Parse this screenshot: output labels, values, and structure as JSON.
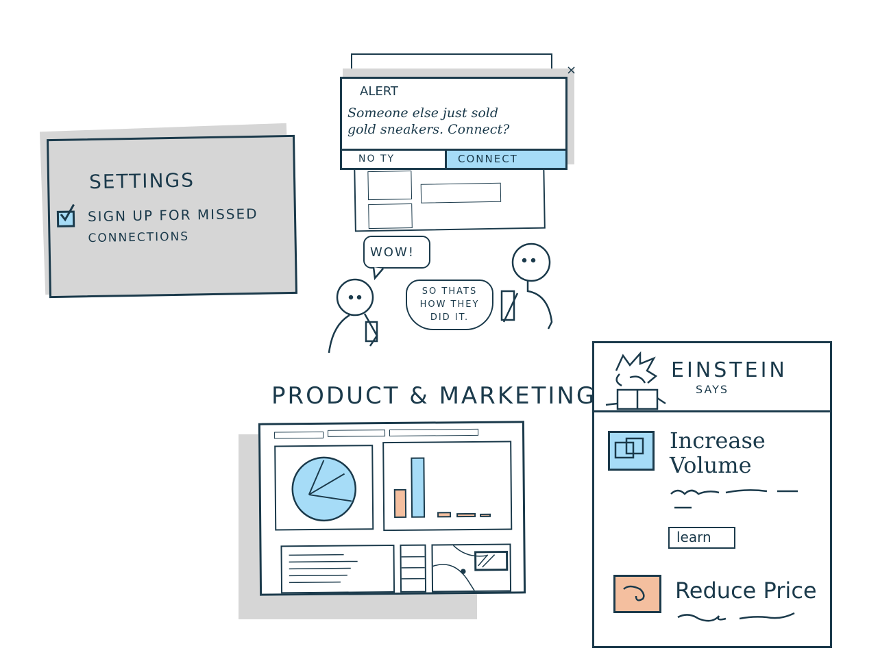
{
  "colors": {
    "ink": "#1b3a4b",
    "accent_blue": "#a6dcf7",
    "accent_orange": "#f4bf9f",
    "shadow_gray": "#d6d6d6"
  },
  "settings": {
    "title": "Settings",
    "checkbox_label_line1": "Sign up for missed",
    "checkbox_label_line2": "connections",
    "checked": true
  },
  "alert": {
    "title": "Alert",
    "message_line1": "Someone else just sold",
    "message_line2": "gold sneakers. Connect?",
    "decline_label": "No ty",
    "confirm_label": "Connect",
    "close_icon": "×"
  },
  "speech": {
    "left": "Wow!",
    "right_line1": "So thats",
    "right_line2": "how they",
    "right_line3": "did it."
  },
  "dashboard": {
    "title": "Product & Marketing"
  },
  "einstein": {
    "title": "Einstein",
    "subtitle": "says",
    "tips": [
      {
        "title_line1": "Increase",
        "title_line2": "Volume",
        "button": "learn",
        "icon": "cards-icon"
      },
      {
        "title_line1": "Reduce Price",
        "icon": "tag-icon"
      }
    ]
  }
}
